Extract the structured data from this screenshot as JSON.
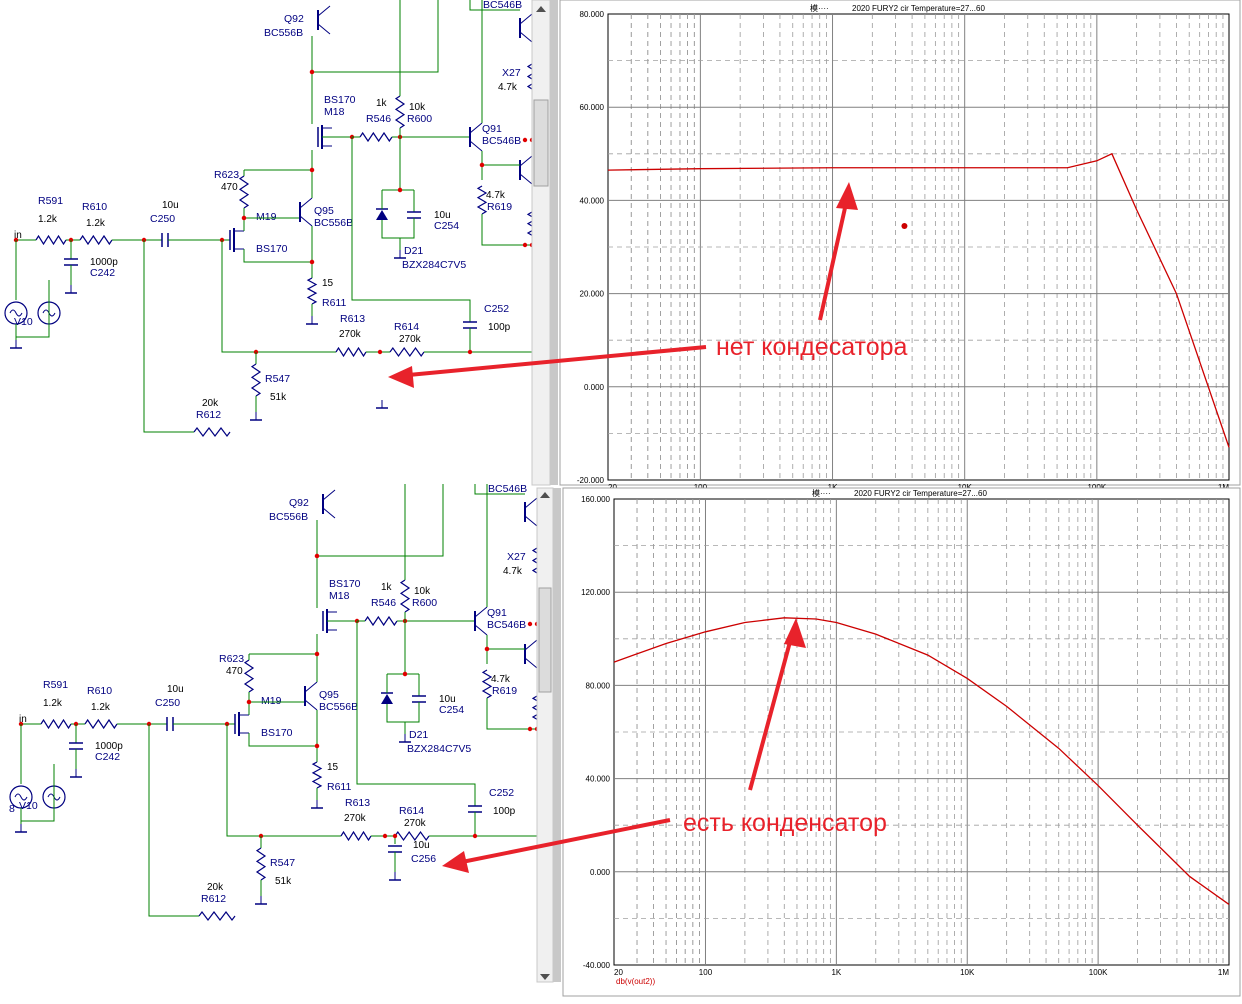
{
  "colors": {
    "wire": "#008000",
    "component": "#000080",
    "node": "#e00000",
    "trace": "#cc0000",
    "annotation": "#e8222b",
    "grid": "#808080"
  },
  "schematic_top": {
    "labels": {
      "in": "in",
      "r591": "R591",
      "r591v": "1.2k",
      "r610": "R610",
      "r610v": "1.2k",
      "c242v": "1000p",
      "c242": "C242",
      "c250v": "10u",
      "c250": "C250",
      "v10": "V10",
      "r623": "R623",
      "r623v": "470",
      "m19": "M19",
      "m19t": "BS170",
      "q95": "Q95",
      "q95t": "BC556B",
      "r611v": "15",
      "r611": "R611",
      "q92": "Q92",
      "q92t": "BC556B",
      "m18t": "BS170",
      "m18": "M18",
      "r546v": "1k",
      "r546": "R546",
      "r600v": "10k",
      "r600": "R600",
      "q91": "Q91",
      "q91t": "BC546B",
      "bc546top": "BC546B",
      "x27": "X27",
      "x27v": "4.7k",
      "r619v": "4.7k",
      "r619": "R619",
      "c254v": "10u",
      "c254": "C254",
      "d21": "D21",
      "d21t": "BZX284C7V5",
      "c252": "C252",
      "c252v": "100p",
      "r613": "R613",
      "r613v": "270k",
      "r614": "R614",
      "r614v": "270k",
      "r547": "R547",
      "r547v": "51k",
      "r612v": "20k",
      "r612": "R612"
    }
  },
  "schematic_bottom": {
    "labels": {
      "in": "in",
      "r591": "R591",
      "r591v": "1.2k",
      "r610": "R610",
      "r610v": "1.2k",
      "c242v": "1000p",
      "c242": "C242",
      "c250v": "10u",
      "c250": "C250",
      "v10": "V10",
      "v10prefix": "8",
      "r623": "R623",
      "r623v": "470",
      "m19": "M19",
      "m19t": "BS170",
      "q95": "Q95",
      "q95t": "BC556B",
      "r611v": "15",
      "r611": "R611",
      "q92": "Q92",
      "q92t": "BC556B",
      "m18t": "BS170",
      "m18": "M18",
      "r546v": "1k",
      "r546": "R546",
      "r600v": "10k",
      "r600": "R600",
      "q91": "Q91",
      "q91t": "BC546B",
      "bc546top": "BC546B",
      "x27": "X27",
      "x27v": "4.7k",
      "r619v": "4.7k",
      "r619": "R619",
      "c254v": "10u",
      "c254": "C254",
      "d21": "D21",
      "d21t": "BZX284C7V5",
      "c252": "C252",
      "c252v": "100p",
      "r613": "R613",
      "r613v": "270k",
      "r614": "R614",
      "r614v": "270k",
      "r547": "R547",
      "r547v": "51k",
      "r612v": "20k",
      "r612": "R612",
      "c256v": "10u",
      "c256": "C256"
    }
  },
  "chart_data": [
    {
      "type": "line",
      "title": "2020 FURY2 cir Temperature=27...60",
      "title_prefix": "模····",
      "x_scale": "log",
      "xlim": [
        20,
        1000000
      ],
      "ylim": [
        -20,
        80
      ],
      "y_ticks": [
        "80.000",
        "60.000",
        "40.000",
        "20.000",
        "0.000",
        "-20.000"
      ],
      "x_ticks": [
        "20",
        "100",
        "1K",
        "10K",
        "100K",
        "1M"
      ],
      "series": [
        {
          "x": [
            20,
            100,
            1000,
            10000,
            30000,
            60000,
            100000,
            130000,
            200000,
            400000,
            1000000
          ],
          "y": [
            46.5,
            46.8,
            47,
            47,
            47,
            47,
            48.5,
            50,
            38,
            20,
            -13
          ]
        }
      ],
      "markers": [
        {
          "x": 3500,
          "y": 34.5
        }
      ],
      "annotation": "нет кондесатора"
    },
    {
      "type": "line",
      "title": "2020 FURY2 cir Temperature=27...60",
      "title_prefix": "模····",
      "x_scale": "log",
      "xlim": [
        20,
        1000000
      ],
      "ylim": [
        -40,
        160
      ],
      "y_ticks": [
        "160.000",
        "120.000",
        "80.000",
        "40.000",
        "0.000",
        "-40.000"
      ],
      "x_ticks": [
        "20",
        "100",
        "1K",
        "10K",
        "100K",
        "1M"
      ],
      "xlabel": "db(v(out2))",
      "series": [
        {
          "x": [
            20,
            50,
            100,
            200,
            400,
            700,
            1000,
            2000,
            5000,
            10000,
            20000,
            50000,
            100000,
            200000,
            500000,
            1000000
          ],
          "y": [
            90,
            98,
            103,
            107,
            109,
            108.5,
            107,
            102,
            93,
            83,
            71,
            53,
            37,
            20,
            -2,
            -14
          ]
        }
      ],
      "annotation": "есть конденсатор"
    }
  ]
}
